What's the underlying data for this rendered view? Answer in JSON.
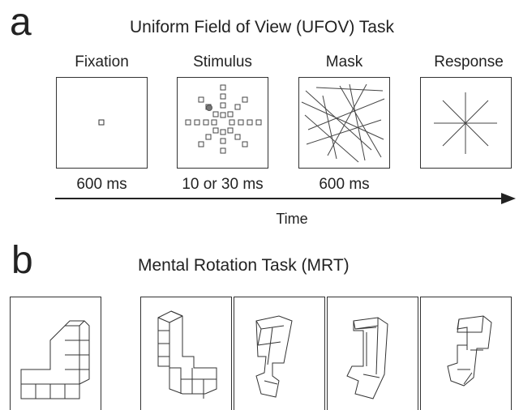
{
  "panel_a": {
    "letter": "a",
    "title": "Uniform Field of View (UFOV) Task",
    "stages": [
      {
        "name": "Fixation",
        "duration": "600 ms",
        "icon": "fixation-square-icon"
      },
      {
        "name": "Stimulus",
        "duration": "10 or 30 ms",
        "icon": "stimulus-array-icon"
      },
      {
        "name": "Mask",
        "duration": "600 ms",
        "icon": "random-lines-mask-icon"
      },
      {
        "name": "Response",
        "duration": "",
        "icon": "radial-lines-response-icon"
      }
    ],
    "axis_label": "Time"
  },
  "panel_b": {
    "letter": "b",
    "title": "Mental Rotation Task (MRT)",
    "items": [
      {
        "role": "reference",
        "icon": "cube-figure-icon"
      },
      {
        "role": "choice",
        "icon": "cube-figure-icon"
      },
      {
        "role": "choice",
        "icon": "cube-figure-icon"
      },
      {
        "role": "choice",
        "icon": "cube-figure-icon"
      },
      {
        "role": "choice",
        "icon": "cube-figure-icon"
      }
    ]
  },
  "colors": {
    "ink": "#333333",
    "target": "#777777"
  }
}
